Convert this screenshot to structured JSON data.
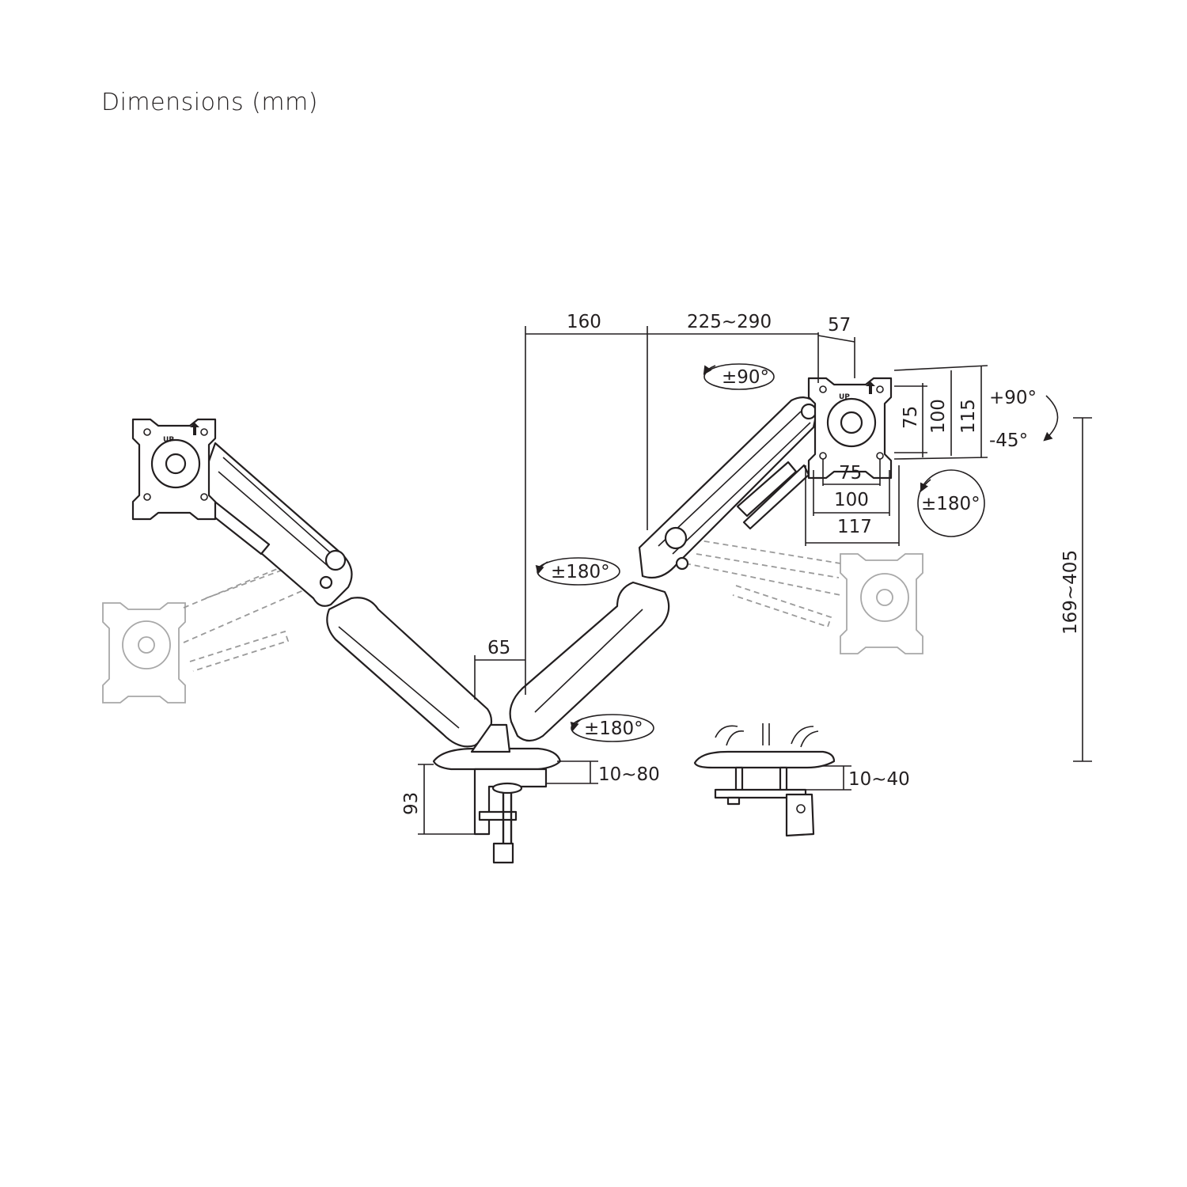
{
  "title": "Dimensions (mm)",
  "dimensions": {
    "arm_reach_inner": "160",
    "arm_reach_outer": "225~290",
    "plate_depth": "57",
    "vesa_h_small": "75",
    "vesa_h_large": "100",
    "plate_h": "115",
    "vesa_w_small": "75",
    "vesa_w_large": "100",
    "plate_w": "117",
    "pole_offset": "65",
    "clamp_height": "93",
    "desk_clamp": "10~80",
    "desk_grommet": "10~40",
    "height_range": "169~405"
  },
  "rotations": {
    "plate_rotate": "±90°",
    "tilt_up": "+90°",
    "tilt_down": "-45°",
    "swivel_head": "±180°",
    "swivel_arm": "±180°",
    "swivel_base": "±180°"
  },
  "plate_marking": "UP",
  "icons": [
    "rotate-arrow-icon",
    "up-arrow-icon"
  ]
}
